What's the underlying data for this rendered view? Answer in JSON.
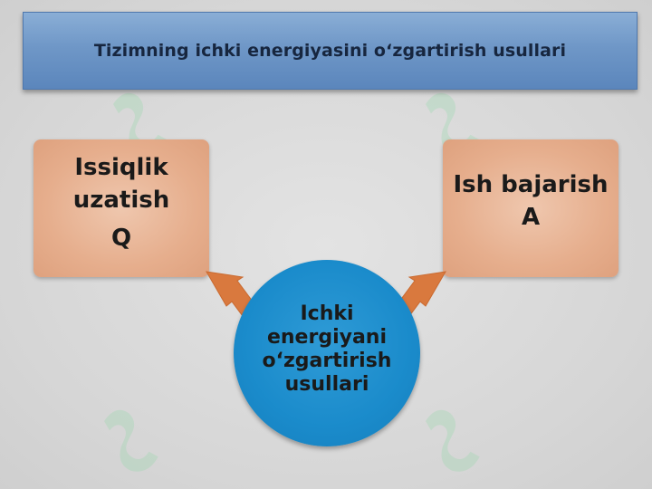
{
  "title": "Tizimning ichki energiyasini o‘zgartirish usullari",
  "left_box": {
    "label": "Issiqlik uzatish",
    "symbol": "Q"
  },
  "right_box": {
    "label": "Ish bajarish",
    "symbol": "A"
  },
  "center": {
    "label": "Ichki energiyani o‘zgartirish usullari"
  },
  "colors": {
    "title_bar": "#6f97c7",
    "box_fill": "#e6ae8d",
    "circle_fill": "#1a8bcb",
    "arrow_fill": "#d9793e",
    "watermark": "#8fd8a6"
  },
  "icons": {
    "watermark": "soft-logo-watermark"
  }
}
